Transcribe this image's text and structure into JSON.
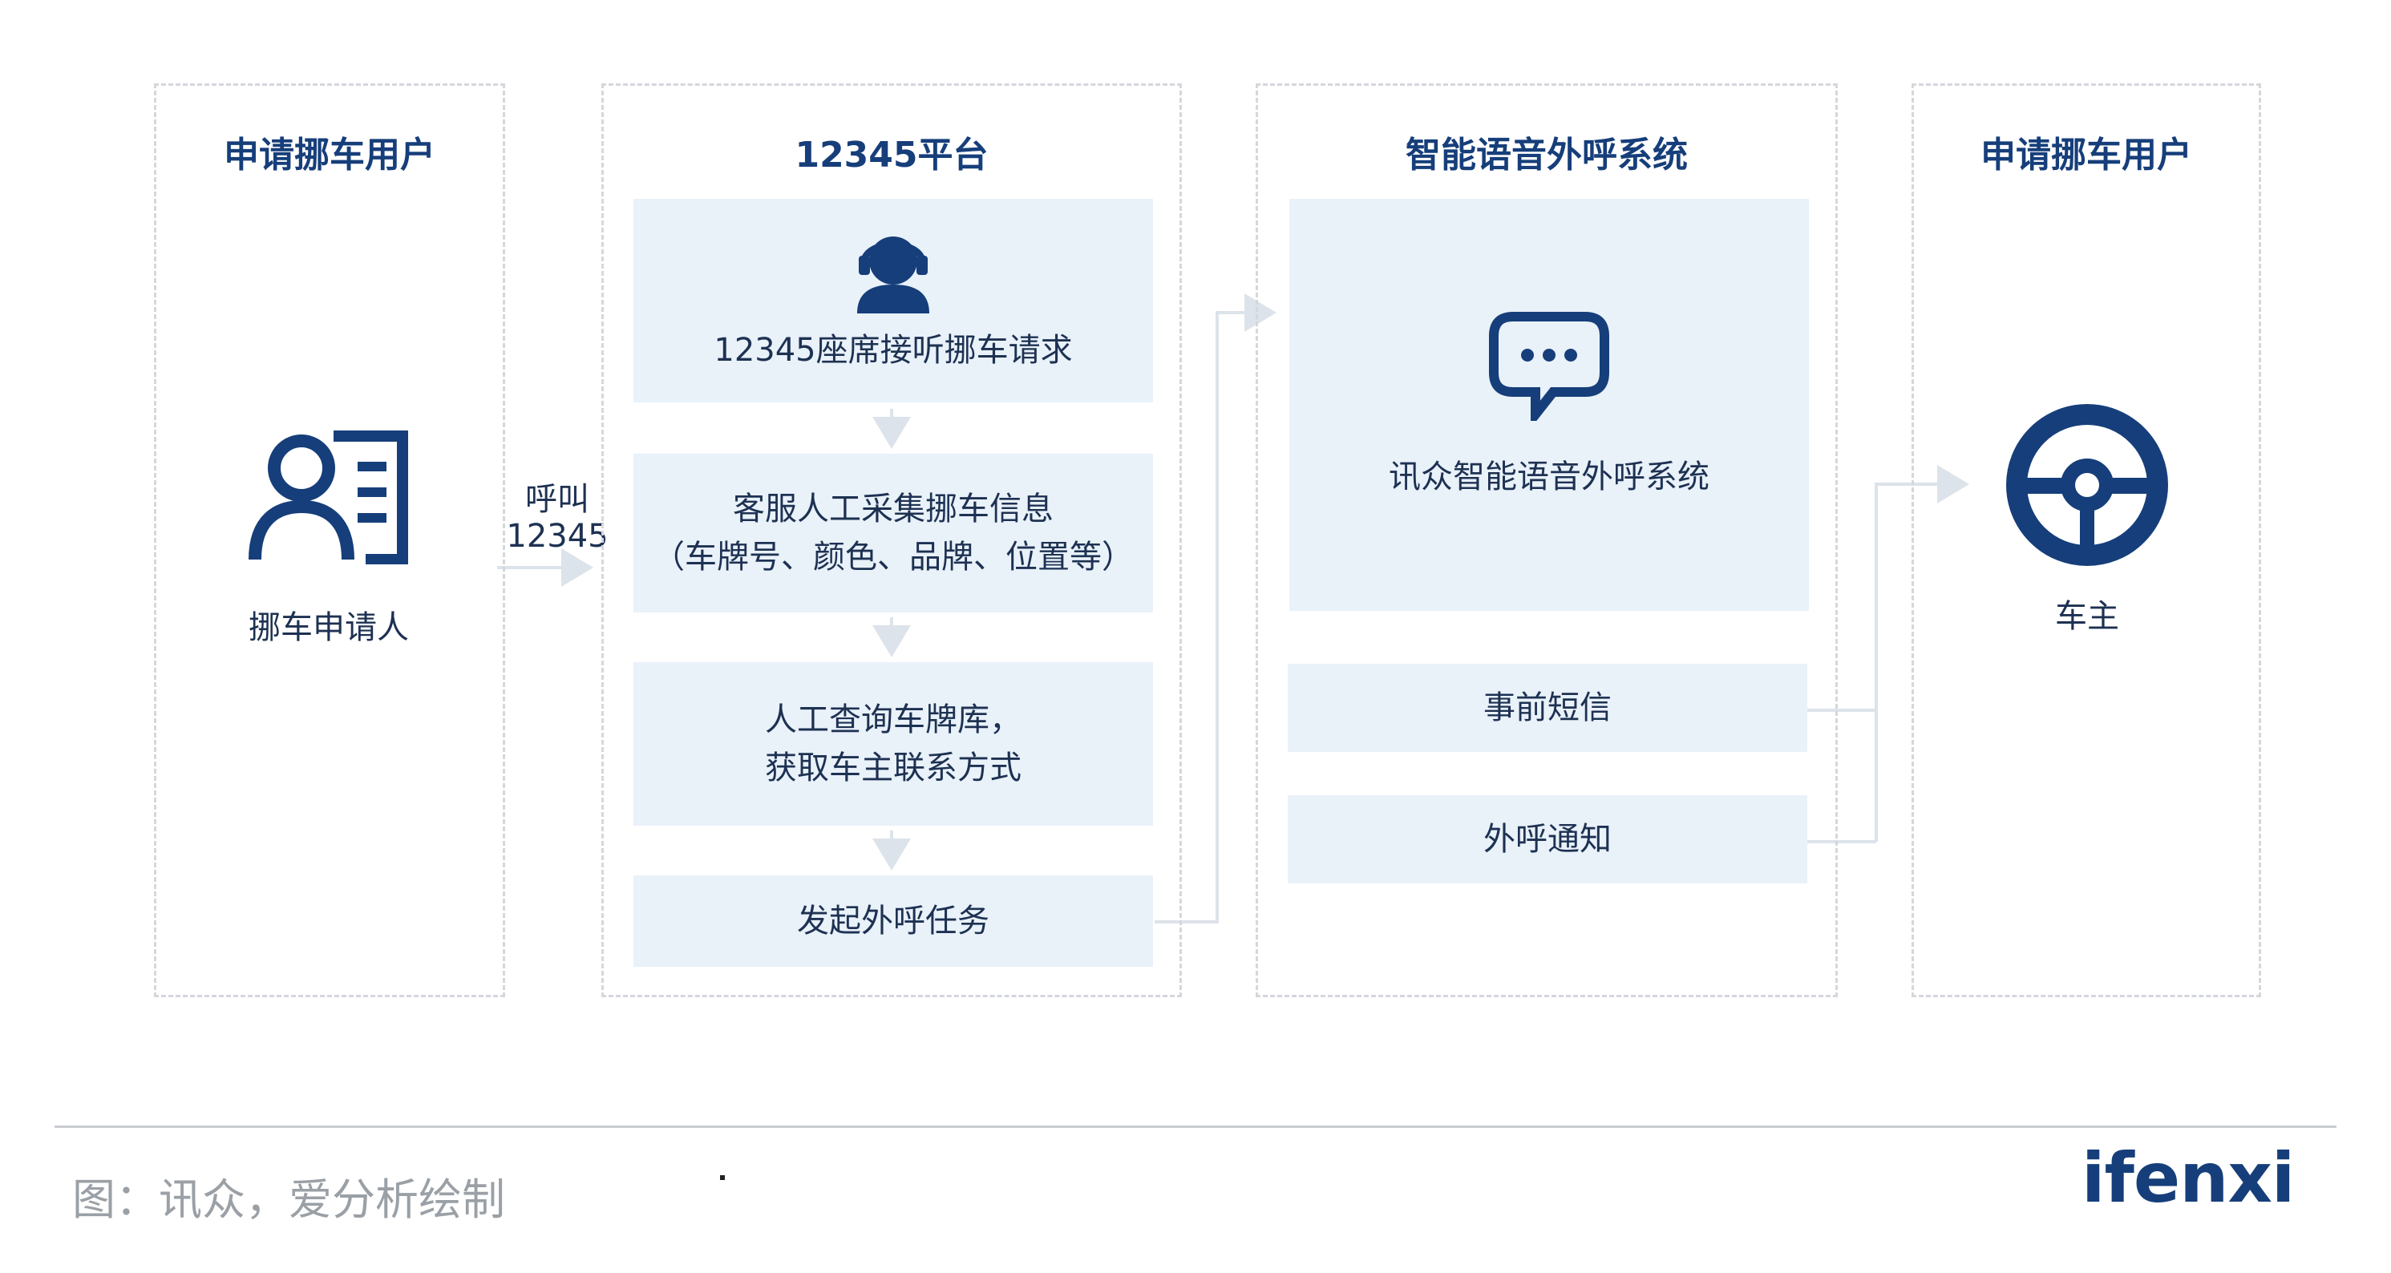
{
  "columns": [
    {
      "title": "申请挪车用户"
    },
    {
      "title": "12345平台"
    },
    {
      "title": "智能语音外呼系统"
    },
    {
      "title": "申请挪车用户"
    }
  ],
  "applicant": {
    "label": "挪车申请人",
    "icon": "applicant-card-icon"
  },
  "call_label": {
    "line1": "呼叫",
    "line2": "12345"
  },
  "platform_steps": [
    {
      "line1": "12345座席接听挪车请求",
      "line2": "",
      "icon": "agent-headset-icon"
    },
    {
      "line1": "客服人工采集挪车信息",
      "line2": "（车牌号、颜色、品牌、位置等）"
    },
    {
      "line1": "人工查询车牌库，",
      "line2": "获取车主联系方式"
    },
    {
      "line1": "发起外呼任务",
      "line2": ""
    }
  ],
  "voice_system": {
    "main_label": "讯众智能语音外呼系统",
    "icon": "chat-bubble-icon",
    "sub_items": [
      {
        "label": "事前短信"
      },
      {
        "label": "外呼通知"
      }
    ]
  },
  "owner": {
    "label": "车主",
    "icon": "steering-wheel-icon"
  },
  "footer": {
    "source": "图：讯众，爱分析绘制",
    "logo": "ifenxi"
  },
  "colors": {
    "primary": "#163e7a",
    "box_bg": "#e9f1f9",
    "dash_border": "#d4d7dc",
    "arrow": "#dde3ea"
  }
}
